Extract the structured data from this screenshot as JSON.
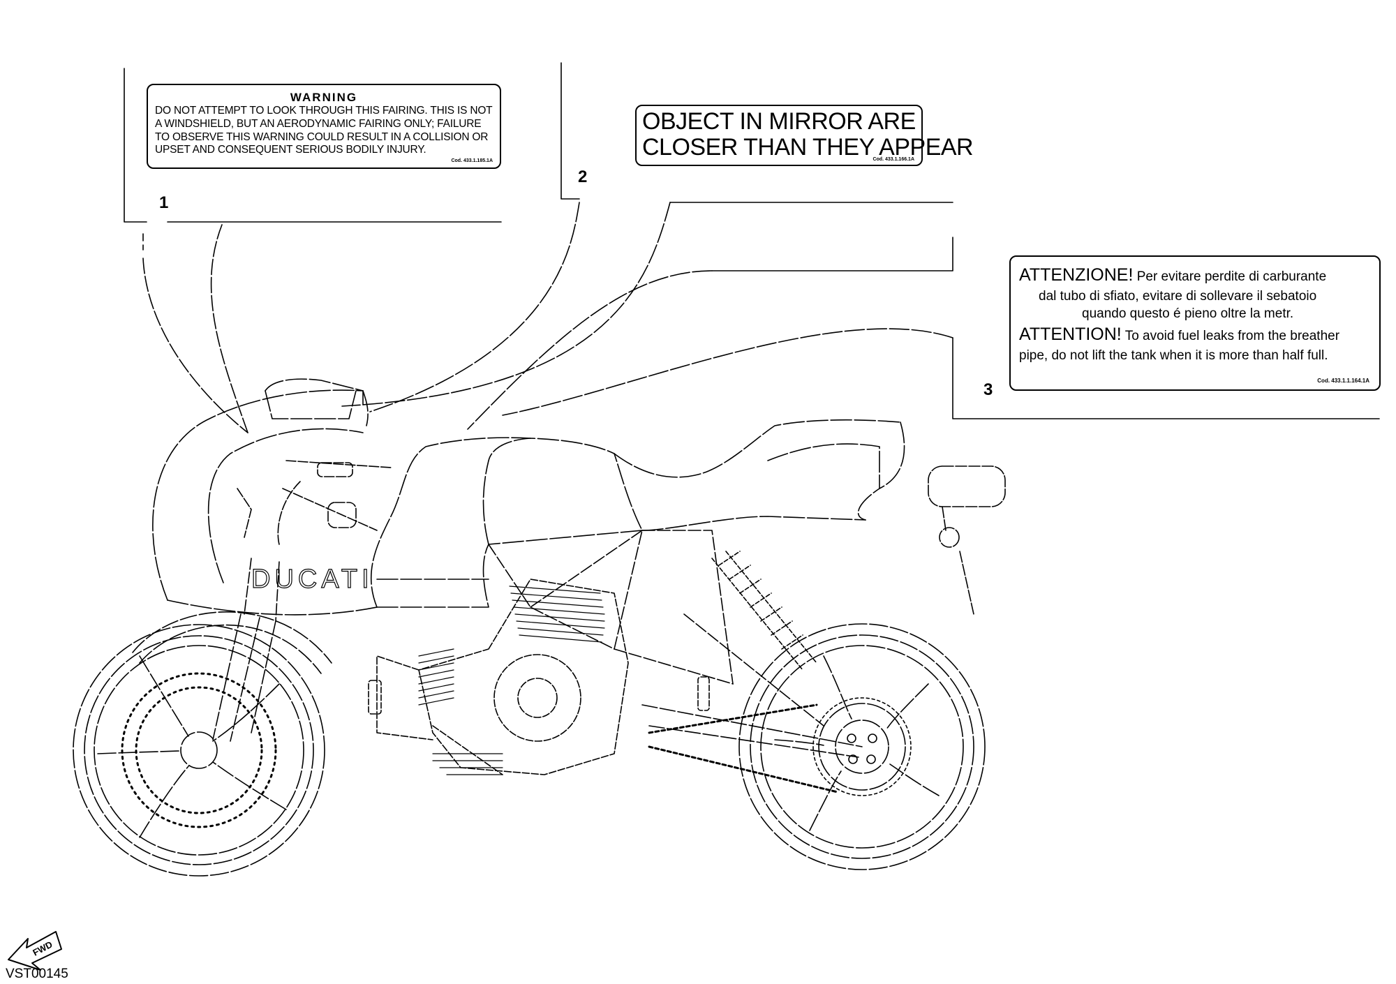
{
  "labels": {
    "warning": {
      "number": "1",
      "title": "WARNING",
      "lines": [
        "DO NOT ATTEMPT TO LOOK THROUGH THIS FAIRING. THIS IS NOT",
        "A WINDSHIELD, BUT AN AERODYNAMIC FAIRING ONLY; FAILURE",
        "TO OBSERVE THIS WARNING COULD RESULT IN A COLLISION OR",
        "UPSET AND CONSEQUENT SERIOUS BODILY INJURY."
      ],
      "code": "Cod. 433.1.185.1A"
    },
    "mirror": {
      "number": "2",
      "lines": [
        "OBJECT IN MIRROR ARE",
        "CLOSER THAN THEY APPEAR"
      ],
      "code": "Cod. 433.1.166.1A"
    },
    "fuel": {
      "number": "3",
      "it_heading": "ATTENZIONE!",
      "it_line1": " Per evitare perdite di carburante",
      "it_line2": "dal tubo di sfiato, evitare di sollevare il sebatoio",
      "it_line3": "quando questo é pieno oltre la metr.",
      "en_heading": "ATTENTION!",
      "en_line1": " To avoid fuel leaks from the breather",
      "en_line2": "pipe, do not lift the tank when it is more than half full.",
      "code": "Cod. 433.1.1.164.1A"
    }
  },
  "bike": {
    "brand_on_fairing": "DUCATI"
  },
  "fwd_arrow": {
    "text": "FWD"
  },
  "reference_code": "VST00145"
}
